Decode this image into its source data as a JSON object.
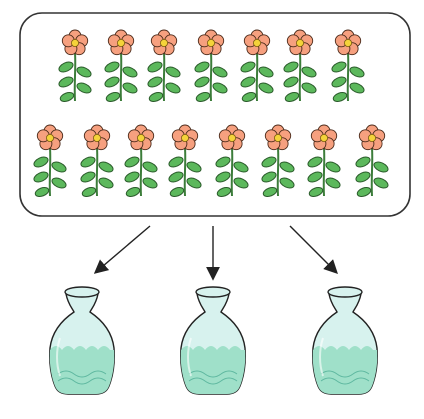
{
  "scene": {
    "flower_rows": [
      7,
      8
    ],
    "vase_count": 3,
    "colors": {
      "petal": "#f6a07f",
      "petal_outline": "#4a2a1a",
      "flower_center": "#f4d33a",
      "leaf": "#5cb85c",
      "stem": "#3c7d3a",
      "vase_glass": "#d7f2ee",
      "vase_water": "#9fe0c9",
      "outline": "#222222"
    }
  }
}
